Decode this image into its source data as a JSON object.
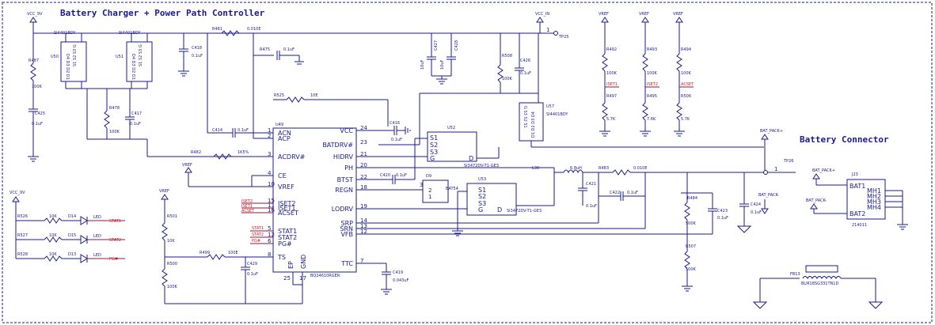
{
  "titles": {
    "main": "Battery Charger + Power Path Controller",
    "connector": "Battery Connector"
  },
  "nets": {
    "vcc9v_top": "VCC_9V",
    "vcc9v_left": "VCC_9V",
    "vcc_in": "VCC_IN",
    "vref": "VREF",
    "bat_pack_pos": "BAT_PACK+",
    "bat_pack_neg": "BAT_PACK-",
    "tp25": "TP25",
    "tp26": "TP26"
  },
  "u49": {
    "ref": "U49",
    "part": "BQ24610RGER",
    "pins_left": [
      {
        "num": "1",
        "name": "ACN"
      },
      {
        "num": "2",
        "name": "ACP"
      },
      {
        "num": "3",
        "name": "ACDRV#"
      },
      {
        "num": "4",
        "name": "CE"
      },
      {
        "num": "10",
        "name": "VREF"
      },
      {
        "num": "15",
        "name": "ISET2"
      },
      {
        "num": "11",
        "name": "ISET1"
      },
      {
        "num": "16",
        "name": "ACSET"
      },
      {
        "num": "5",
        "name": "STAT1"
      },
      {
        "num": "12",
        "name": "STAT2"
      },
      {
        "num": "6",
        "name": "PG#"
      },
      {
        "num": "8",
        "name": "TS"
      }
    ],
    "pins_right": [
      {
        "num": "24",
        "name": "VCC"
      },
      {
        "num": "23",
        "name": "BATDRV#"
      },
      {
        "num": "21",
        "name": "HIDRV"
      },
      {
        "num": "20",
        "name": "PH"
      },
      {
        "num": "22",
        "name": "BTST"
      },
      {
        "num": "18",
        "name": "REGN"
      },
      {
        "num": "19",
        "name": "LODRV"
      },
      {
        "num": "14",
        "name": "SRP"
      },
      {
        "num": "13",
        "name": "SRN"
      },
      {
        "num": "12",
        "name": "VFB"
      },
      {
        "num": "7",
        "name": "TTC"
      }
    ],
    "bottom": {
      "ep": "EP",
      "gnd": "GND",
      "ep_num": "25",
      "gnd_num": "17"
    }
  },
  "mosfets": [
    {
      "ref": "U50",
      "part": "SI4401BDY",
      "pins_top": "D4 D3 D2 D1",
      "pins_bot": "S1 S2 S3 G"
    },
    {
      "ref": "U51",
      "part": "SI4401BDY",
      "pins_top": "D4 D3 D2 D1",
      "pins_bot": "S1 S2 S3 G"
    },
    {
      "ref": "U57",
      "part": "SI4401BDY"
    },
    {
      "ref": "U52",
      "part": "SI3472DV-T1-GE3",
      "pins": [
        "S1",
        "S2",
        "S3",
        "G",
        "D"
      ]
    },
    {
      "ref": "U53",
      "part": "SI3472DV-T1-GE3",
      "pins": [
        "S1",
        "S2",
        "S3",
        "G",
        "D"
      ]
    }
  ],
  "d9": {
    "ref": "D9",
    "part": "BAT54"
  },
  "resistors": {
    "r81": {
      "ref": "R481",
      "val": "0.010E"
    },
    "r87": {
      "ref": "R487",
      "val": "100K"
    },
    "r78": {
      "ref": "R478",
      "val": "100K"
    },
    "r75": {
      "ref": "R475",
      "val": ""
    },
    "r25": {
      "ref": "R525",
      "val": "10E"
    },
    "r82": {
      "ref": "R482",
      "val": "1K5%"
    },
    "r83": {
      "ref": "R483",
      "val": "0.010E"
    },
    "r84": {
      "ref": "R484",
      "val": "500K"
    },
    "r07": {
      "ref": "R507",
      "val": "100K"
    },
    "r99": {
      "ref": "R499",
      "val": "100E"
    },
    "r01": {
      "ref": "R501",
      "val": "10K"
    },
    "r00": {
      "ref": "R500",
      "val": "100K"
    },
    "r92": {
      "ref": "R492",
      "val": "100K"
    },
    "r97": {
      "ref": "R497",
      "val": "5.7K"
    },
    "r93": {
      "ref": "R493",
      "val": "100K"
    },
    "r95": {
      "ref": "R495",
      "val": "7.6K"
    },
    "r94": {
      "ref": "R494",
      "val": "100K"
    },
    "r06": {
      "ref": "R506",
      "val": "5.7K"
    },
    "r08": {
      "ref": "R508",
      "val": "100K"
    },
    "r26": {
      "ref": "R526",
      "val": "10K"
    },
    "r27": {
      "ref": "R527",
      "val": "10K"
    },
    "r28": {
      "ref": "R528",
      "val": "10K"
    }
  },
  "caps": {
    "c25": {
      "ref": "C425",
      "val": "0.1uF"
    },
    "c17": {
      "ref": "C417",
      "val": "0.1uF"
    },
    "c18": {
      "ref": "C418",
      "val": "0.1uF"
    },
    "c75": {
      "ref": "",
      "val": "0.1uF"
    },
    "c27": {
      "ref": "C427",
      "val": "10uF"
    },
    "c28": {
      "ref": "C428",
      "val": "10uF"
    },
    "c26": {
      "ref": "C426",
      "val": "0.1uF"
    },
    "c14": {
      "ref": "C414",
      "val": "0.1uF"
    },
    "c16": {
      "ref": "C416",
      "val": "0.1uF"
    },
    "c20": {
      "ref": "C420",
      "val": "0.1uF"
    },
    "c21": {
      "ref": "C421",
      "val": "0.1uF"
    },
    "c22": {
      "ref": "C422",
      "val": "0.1uF"
    },
    "c23": {
      "ref": "C423",
      "val": "0.1uF"
    },
    "c24": {
      "ref": "C424",
      "val": "0.1uF"
    },
    "c29": {
      "ref": "C429",
      "val": "0.1uF"
    },
    "c19": {
      "ref": "C419",
      "val": "0.043uF"
    }
  },
  "l30": {
    "ref": "L30",
    "val": "6.8uH"
  },
  "fb": {
    "ref": "FB13",
    "val": "BLM18SG331TN1D"
  },
  "leds": [
    {
      "ref": "D14",
      "label": "LED",
      "net": "STAT1"
    },
    {
      "ref": "D15",
      "label": "LED",
      "net": "STAT2"
    },
    {
      "ref": "D13",
      "label": "LED",
      "net": "PG#"
    }
  ],
  "set_labels": {
    "iset1": "ISET1",
    "iset2": "ISET2",
    "acset": "ACSET",
    "iset2b": "ISET2",
    "iset1b": "ISET1",
    "acsetb": "ACSET",
    "stat1": "STAT1",
    "stat2": "STAT2",
    "pg": "PG#"
  },
  "j23": {
    "ref": "J23",
    "part": "214011",
    "pins": [
      "BAT1",
      "BAT2",
      "MH1",
      "MH2",
      "MH3",
      "MH4"
    ],
    "net_pos": "BAT_PACK+",
    "net_neg": "BAT_PACK-"
  },
  "tp_nums": {
    "tp25": "1",
    "tp26": "1"
  }
}
